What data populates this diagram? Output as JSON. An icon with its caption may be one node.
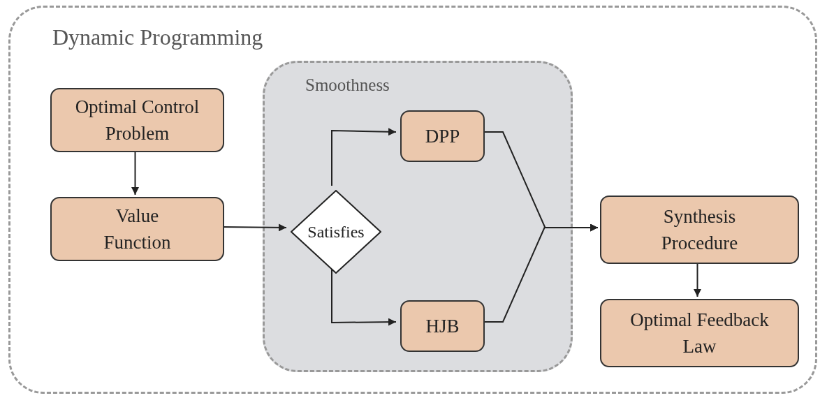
{
  "diagram": {
    "nodes": [
      {
        "text": [
          "Dynamic Programming"
        ]
      },
      {
        "text": [
          "Optimal Control Problem"
        ],
        "in": 0
      },
      {
        "text": [
          "Value Function"
        ],
        "in": 0
      },
      {
        "text": [
          "Smoothness"
        ],
        "in": 0
      },
      {
        "text": [
          "Satisfies"
        ],
        "in": 3
      },
      {
        "text": [
          "DPP"
        ],
        "in": 3
      },
      {
        "text": [
          "HJB"
        ],
        "in": 3
      },
      {
        "text": [
          "Synthesis Procedure"
        ],
        "in": 0
      },
      {
        "text": [
          "Optimal Feedback Law"
        ],
        "in": 0
      }
    ],
    "edges": [
      {
        "from": 1,
        "to": 2,
        "arrow": "to"
      },
      {
        "from": 2,
        "to": 4,
        "arrow": "to"
      },
      {
        "from": 4,
        "to": 5,
        "arrow": "to"
      },
      {
        "from": 4,
        "to": 6,
        "arrow": "to"
      },
      {
        "from": 5,
        "to": 7,
        "arrow": "to"
      },
      {
        "from": 6,
        "to": 7,
        "arrow": "to"
      },
      {
        "from": 7,
        "to": 8,
        "arrow": "to"
      }
    ]
  }
}
